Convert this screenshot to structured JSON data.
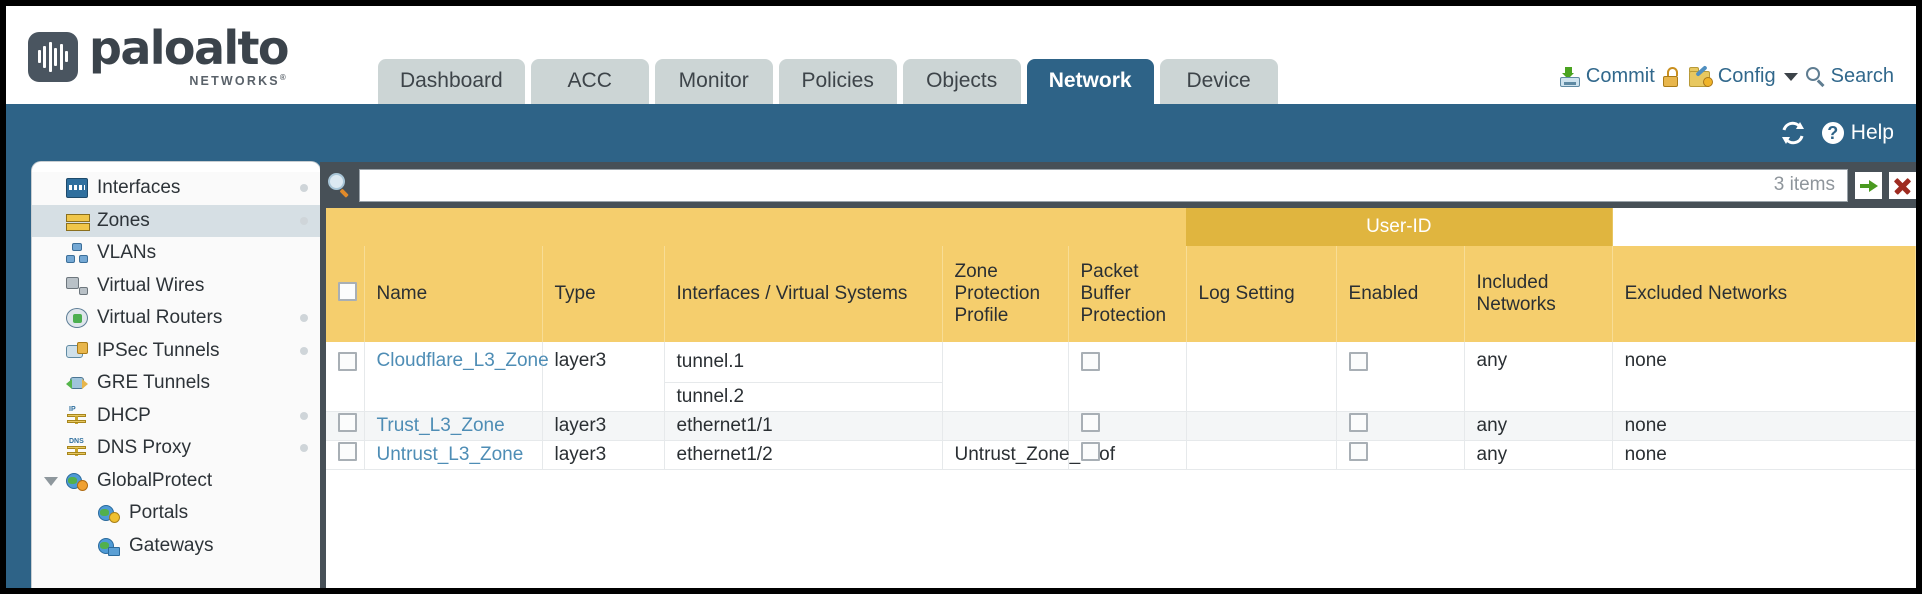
{
  "brand": {
    "name": "paloalto",
    "tagline": "NETWORKS",
    "registered": "®",
    "logo_color": "#4a5560"
  },
  "header": {
    "tabs": [
      {
        "label": "Dashboard",
        "active": false
      },
      {
        "label": "ACC",
        "active": false
      },
      {
        "label": "Monitor",
        "active": false
      },
      {
        "label": "Policies",
        "active": false
      },
      {
        "label": "Objects",
        "active": false
      },
      {
        "label": "Network",
        "active": true
      },
      {
        "label": "Device",
        "active": false
      }
    ],
    "actions": {
      "commit": "Commit",
      "config": "Config",
      "search": "Search"
    },
    "active_tab_color": "#2e6387",
    "tab_color": "#ccd5d5"
  },
  "toolbar": {
    "help_label": "Help",
    "help_glyph": "?",
    "band_color": "#2e6387"
  },
  "sidebar": {
    "items": [
      {
        "label": "Interfaces",
        "icon": "interfaces-icon",
        "selected": false,
        "child": false,
        "dot": true,
        "expander": false
      },
      {
        "label": "Zones",
        "icon": "zones-icon",
        "selected": true,
        "child": false,
        "dot": true,
        "expander": false
      },
      {
        "label": "VLANs",
        "icon": "vlans-icon",
        "selected": false,
        "child": false,
        "dot": false,
        "expander": false
      },
      {
        "label": "Virtual Wires",
        "icon": "virtual-wires-icon",
        "selected": false,
        "child": false,
        "dot": false,
        "expander": false
      },
      {
        "label": "Virtual Routers",
        "icon": "virtual-routers-icon",
        "selected": false,
        "child": false,
        "dot": true,
        "expander": false
      },
      {
        "label": "IPSec Tunnels",
        "icon": "ipsec-tunnels-icon",
        "selected": false,
        "child": false,
        "dot": true,
        "expander": false
      },
      {
        "label": "GRE Tunnels",
        "icon": "gre-tunnels-icon",
        "selected": false,
        "child": false,
        "dot": false,
        "expander": false
      },
      {
        "label": "DHCP",
        "icon": "dhcp-icon",
        "selected": false,
        "child": false,
        "dot": true,
        "expander": false
      },
      {
        "label": "DNS Proxy",
        "icon": "dns-proxy-icon",
        "selected": false,
        "child": false,
        "dot": true,
        "expander": false
      },
      {
        "label": "GlobalProtect",
        "icon": "globalprotect-icon",
        "selected": false,
        "child": false,
        "dot": false,
        "expander": true
      },
      {
        "label": "Portals",
        "icon": "portals-icon",
        "selected": false,
        "child": true,
        "dot": false,
        "expander": false
      },
      {
        "label": "Gateways",
        "icon": "gateways-icon",
        "selected": false,
        "child": true,
        "dot": false,
        "expander": false
      }
    ]
  },
  "filter": {
    "value": "",
    "placeholder": "",
    "item_count": "3 items",
    "apply_label": "apply-filter",
    "clear_label": "clear-filter"
  },
  "table": {
    "group_header": "User-ID",
    "columns": [
      "Name",
      "Type",
      "Interfaces / Virtual Systems",
      "Zone Protection Profile",
      "Packet Buffer Protection",
      "Log Setting",
      "Enabled",
      "Included Networks",
      "Excluded Networks"
    ],
    "rows": [
      {
        "selected": false,
        "name": "Cloudflare_L3_Zone",
        "type": "layer3",
        "interfaces": [
          "tunnel.1",
          "tunnel.2"
        ],
        "zone_protection_profile": "",
        "packet_buffer_protection": false,
        "log_setting": "",
        "userid_enabled": false,
        "included_networks": "any",
        "excluded_networks": "none"
      },
      {
        "selected": false,
        "name": "Trust_L3_Zone",
        "type": "layer3",
        "interfaces": [
          "ethernet1/1"
        ],
        "zone_protection_profile": "",
        "packet_buffer_protection": false,
        "log_setting": "",
        "userid_enabled": false,
        "included_networks": "any",
        "excluded_networks": "none"
      },
      {
        "selected": false,
        "name": "Untrust_L3_Zone",
        "type": "layer3",
        "interfaces": [
          "ethernet1/2"
        ],
        "zone_protection_profile": "Untrust_Zone_Prof",
        "packet_buffer_protection": false,
        "log_setting": "",
        "userid_enabled": false,
        "included_networks": "any",
        "excluded_networks": "none"
      }
    ],
    "header_color": "#f5ce6d",
    "group_header_color": "#e0b53f",
    "link_color": "#4e8db5"
  }
}
